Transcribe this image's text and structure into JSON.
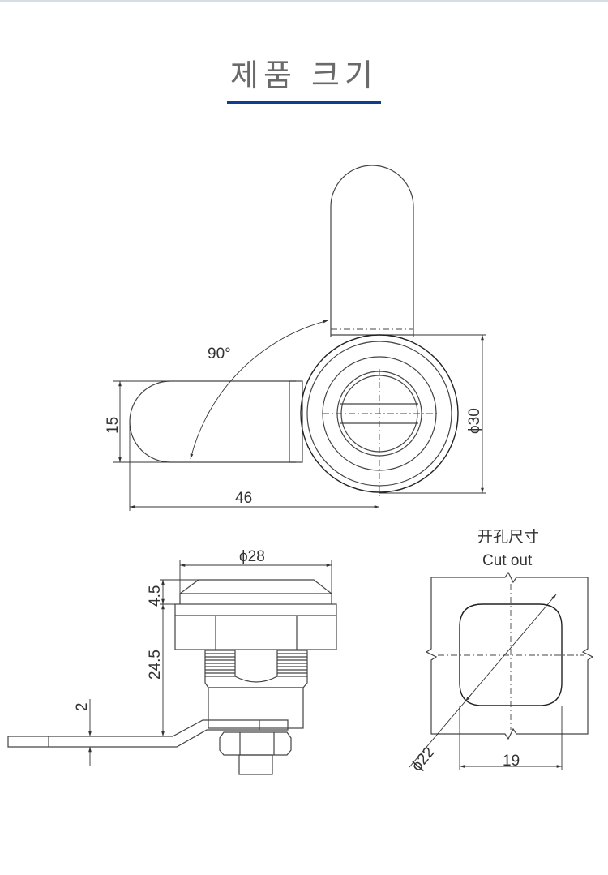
{
  "header": {
    "title": "제품 크기"
  },
  "top_view": {
    "angle": "90°",
    "arm_width": "15",
    "length": "46",
    "diameter": "ϕ30"
  },
  "side_view": {
    "diameter": "ϕ28",
    "cap_height": "4.5",
    "body_height": "24.5",
    "lever_thickness": "2"
  },
  "cutout": {
    "label_cn": "开孔尺寸",
    "label_en": "Cut out",
    "diameter": "ϕ22",
    "width": "19"
  },
  "colors": {
    "accent": "#0d3f8f"
  }
}
